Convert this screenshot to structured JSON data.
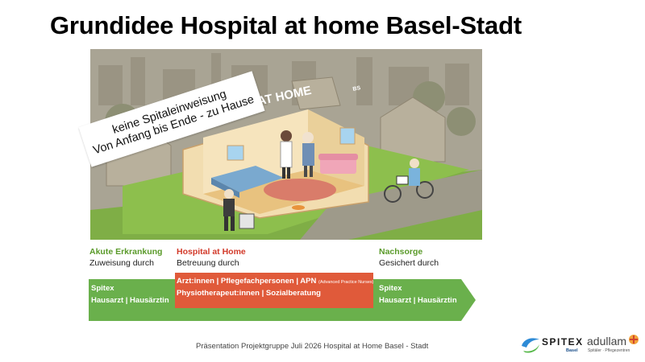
{
  "slide": {
    "title": "Grundidee Hospital at home Basel-Stadt"
  },
  "illustration": {
    "sign_text": "HOSPITAL AT HOME",
    "sign_suffix": "BS",
    "overlay_line1": "keine Spitaleinweisung",
    "overlay_line2": "Von Anfang bis Ende - zu Hause"
  },
  "phases": [
    {
      "heading": "Akute Erkrankung",
      "sub": "Zuweisung durch",
      "color": "#5a9a2a"
    },
    {
      "heading": "Hospital at Home",
      "sub": "Betreuung durch",
      "color": "#d23a2a"
    },
    {
      "heading": "Nachsorge",
      "sub": "Gesichert durch",
      "color": "#5a9a2a"
    }
  ],
  "arrow": {
    "color": "#6ab04c",
    "left_line1": "Spitex",
    "left_line2": "Hausarzt | Hausärztin",
    "right_line1": "Spitex",
    "right_line2": "Hausarzt | Hausärztin"
  },
  "hospital_box": {
    "color": "#e05a3a",
    "line1_main": "Arzt:innen | Pflegefachpersonen | APN",
    "line1_small": "(Advanced Practice Nurses)",
    "line2": "Physiotherapeut:innen | Sozialberatung"
  },
  "footer": {
    "text": "Präsentation Projektgruppe Juli 2026  Hospital at Home Basel - Stadt"
  },
  "logos": {
    "spitex_name": "SPITEX",
    "spitex_sub": "Basel",
    "adullam_name": "adullam",
    "adullam_sub": "Spitäler · Pflegezentren"
  }
}
